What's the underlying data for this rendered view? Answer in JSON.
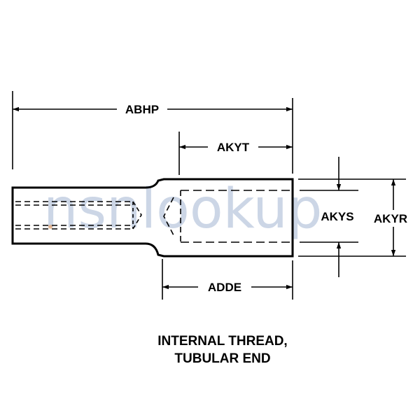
{
  "dimensions": {
    "overall_length": "ABHP",
    "thread_depth": "AKYT",
    "thread_diameter": "AKYS",
    "outer_diameter": "AKYR",
    "body_length": "ADDE"
  },
  "caption": {
    "line1": "INTERNAL THREAD,",
    "line2": "TUBULAR END"
  },
  "watermark": "nsnlookup"
}
